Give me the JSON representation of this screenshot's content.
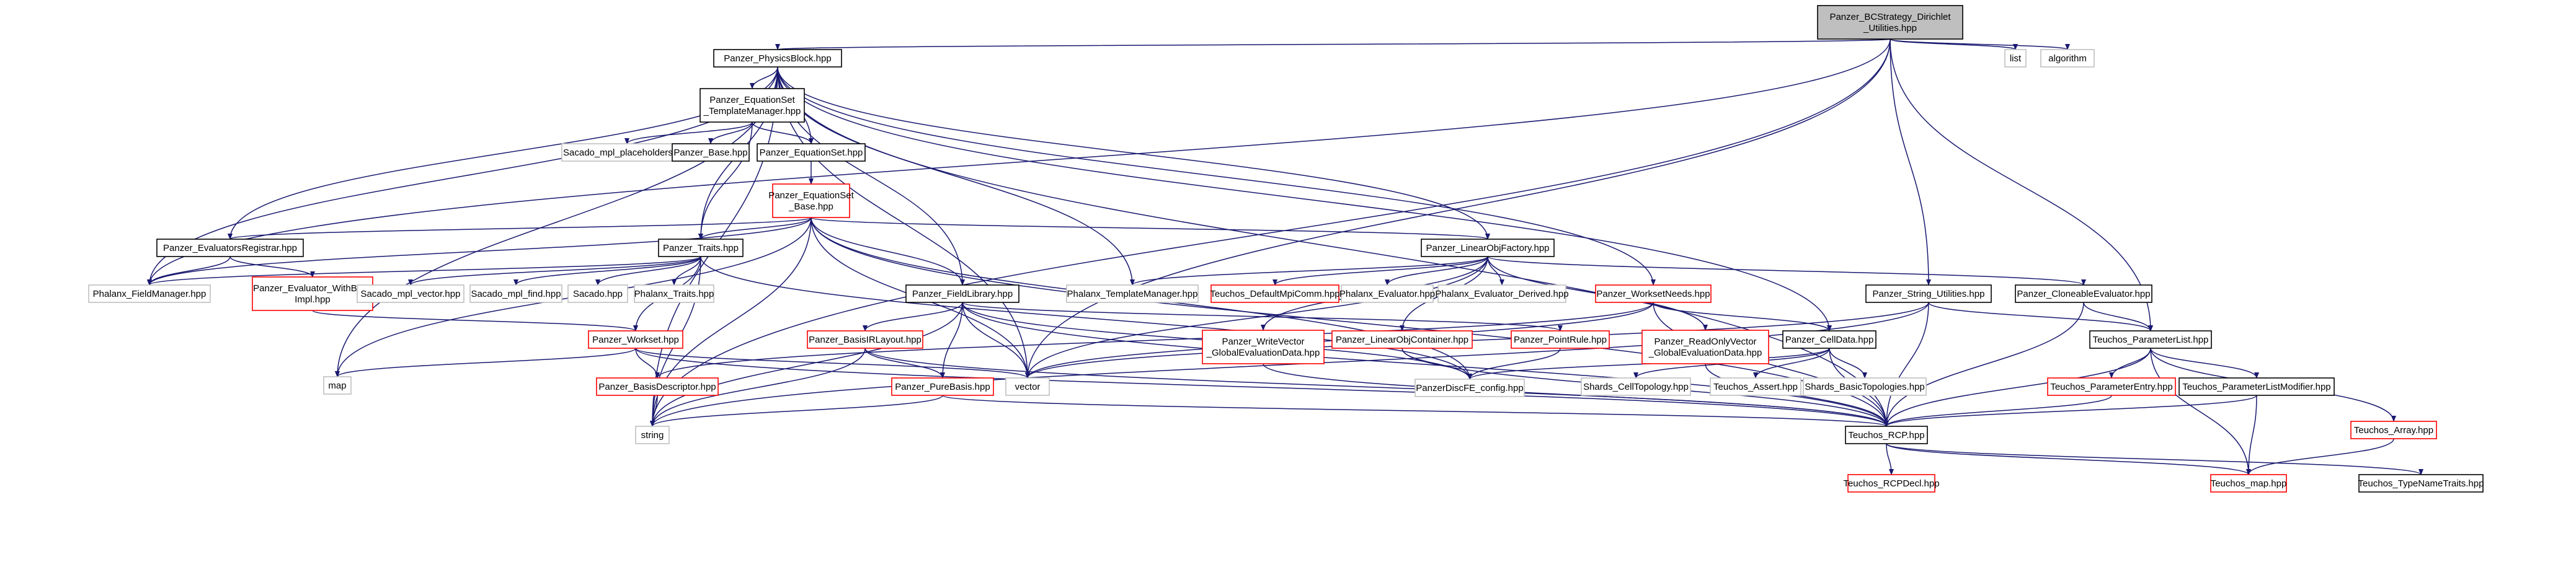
{
  "colors": {
    "edge": "#191970",
    "normal_border": "#000000",
    "red_border": "#ff0000",
    "ext_border": "#bfbfbf",
    "root_fill": "#bfbfbf",
    "node_fill": "#ffffff",
    "text": "#000000"
  },
  "nodes": [
    {
      "id": "root",
      "lines": [
        "Panzer_BCStrategy_Dirichlet",
        "_Utilities.hpp"
      ],
      "style": "root"
    },
    {
      "id": "physicsblock",
      "lines": [
        "Panzer_PhysicsBlock.hpp"
      ],
      "style": "normal"
    },
    {
      "id": "list",
      "lines": [
        "list"
      ],
      "style": "ext"
    },
    {
      "id": "algorithm",
      "lines": [
        "algorithm"
      ],
      "style": "ext"
    },
    {
      "id": "eqset_tm",
      "lines": [
        "Panzer_EquationSet",
        "_TemplateManager.hpp"
      ],
      "style": "normal"
    },
    {
      "id": "sacado_mpl_ph",
      "lines": [
        "Sacado_mpl_placeholders.hpp"
      ],
      "style": "ext"
    },
    {
      "id": "panzer_base",
      "lines": [
        "Panzer_Base.hpp"
      ],
      "style": "normal"
    },
    {
      "id": "eqset",
      "lines": [
        "Panzer_EquationSet.hpp"
      ],
      "style": "normal"
    },
    {
      "id": "eqset_base",
      "lines": [
        "Panzer_EquationSet",
        "_Base.hpp"
      ],
      "style": "red"
    },
    {
      "id": "eval_reg",
      "lines": [
        "Panzer_EvaluatorsRegistrar.hpp"
      ],
      "style": "normal"
    },
    {
      "id": "traits",
      "lines": [
        "Panzer_Traits.hpp"
      ],
      "style": "normal"
    },
    {
      "id": "linobjfactory",
      "lines": [
        "Panzer_LinearObjFactory.hpp"
      ],
      "style": "normal"
    },
    {
      "id": "phalanx_fm",
      "lines": [
        "Phalanx_FieldManager.hpp"
      ],
      "style": "ext"
    },
    {
      "id": "eval_wbi",
      "lines": [
        "Panzer_Evaluator_WithBase",
        "Impl.hpp"
      ],
      "style": "red"
    },
    {
      "id": "sacado_mpl_vec",
      "lines": [
        "Sacado_mpl_vector.hpp"
      ],
      "style": "ext"
    },
    {
      "id": "sacado_mpl_find",
      "lines": [
        "Sacado_mpl_find.hpp"
      ],
      "style": "ext"
    },
    {
      "id": "sacado",
      "lines": [
        "Sacado.hpp"
      ],
      "style": "ext"
    },
    {
      "id": "phalanx_traits",
      "lines": [
        "Phalanx_Traits.hpp"
      ],
      "style": "ext"
    },
    {
      "id": "fieldlibrary",
      "lines": [
        "Panzer_FieldLibrary.hpp"
      ],
      "style": "normal"
    },
    {
      "id": "phalanx_tm",
      "lines": [
        "Phalanx_TemplateManager.hpp"
      ],
      "style": "ext"
    },
    {
      "id": "teuchos_dmc",
      "lines": [
        "Teuchos_DefaultMpiComm.hpp"
      ],
      "style": "red"
    },
    {
      "id": "phalanx_eval",
      "lines": [
        "Phalanx_Evaluator.hpp"
      ],
      "style": "ext"
    },
    {
      "id": "phalanx_eval_der",
      "lines": [
        "Phalanx_Evaluator_Derived.hpp"
      ],
      "style": "ext"
    },
    {
      "id": "worksetneeds",
      "lines": [
        "Panzer_WorksetNeeds.hpp"
      ],
      "style": "red"
    },
    {
      "id": "string_util",
      "lines": [
        "Panzer_String_Utilities.hpp"
      ],
      "style": "normal"
    },
    {
      "id": "cloneable_eval",
      "lines": [
        "Panzer_CloneableEvaluator.hpp"
      ],
      "style": "normal"
    },
    {
      "id": "workset",
      "lines": [
        "Panzer_Workset.hpp"
      ],
      "style": "red"
    },
    {
      "id": "basisirlayout",
      "lines": [
        "Panzer_BasisIRLayout.hpp"
      ],
      "style": "red"
    },
    {
      "id": "writevector",
      "lines": [
        "Panzer_WriteVector",
        "_GlobalEvaluationData.hpp"
      ],
      "style": "red"
    },
    {
      "id": "linobjcontainer",
      "lines": [
        "Panzer_LinearObjContainer.hpp"
      ],
      "style": "red"
    },
    {
      "id": "pointrule",
      "lines": [
        "Panzer_PointRule.hpp"
      ],
      "style": "red"
    },
    {
      "id": "readonlyvector",
      "lines": [
        "Panzer_ReadOnlyVector",
        "_GlobalEvaluationData.hpp"
      ],
      "style": "red"
    },
    {
      "id": "celldata",
      "lines": [
        "Panzer_CellData.hpp"
      ],
      "style": "normal"
    },
    {
      "id": "paramlist",
      "lines": [
        "Teuchos_ParameterList.hpp"
      ],
      "style": "normal"
    },
    {
      "id": "map",
      "lines": [
        "map"
      ],
      "style": "ext"
    },
    {
      "id": "basisdesc",
      "lines": [
        "Panzer_BasisDescriptor.hpp"
      ],
      "style": "red"
    },
    {
      "id": "purebasis",
      "lines": [
        "Panzer_PureBasis.hpp"
      ],
      "style": "red"
    },
    {
      "id": "vector",
      "lines": [
        "vector"
      ],
      "style": "ext"
    },
    {
      "id": "discfe",
      "lines": [
        "PanzerDiscFE_config.hpp"
      ],
      "style": "ext"
    },
    {
      "id": "shards_ct",
      "lines": [
        "Shards_CellTopology.hpp"
      ],
      "style": "ext"
    },
    {
      "id": "teuchos_assert",
      "lines": [
        "Teuchos_Assert.hpp"
      ],
      "style": "ext"
    },
    {
      "id": "shards_bt",
      "lines": [
        "Shards_BasicTopologies.hpp"
      ],
      "style": "ext"
    },
    {
      "id": "paramentry",
      "lines": [
        "Teuchos_ParameterEntry.hpp"
      ],
      "style": "red"
    },
    {
      "id": "paramlistmod",
      "lines": [
        "Teuchos_ParameterListModifier.hpp"
      ],
      "style": "normal"
    },
    {
      "id": "string",
      "lines": [
        "string"
      ],
      "style": "ext"
    },
    {
      "id": "rcp",
      "lines": [
        "Teuchos_RCP.hpp"
      ],
      "style": "normal"
    },
    {
      "id": "array",
      "lines": [
        "Teuchos_Array.hpp"
      ],
      "style": "red"
    },
    {
      "id": "rcpdecl",
      "lines": [
        "Teuchos_RCPDecl.hpp"
      ],
      "style": "red"
    },
    {
      "id": "teuchos_map",
      "lines": [
        "Teuchos_map.hpp"
      ],
      "style": "red"
    },
    {
      "id": "typenametraits",
      "lines": [
        "Teuchos_TypeNameTraits.hpp"
      ],
      "style": "normal"
    }
  ],
  "edges": [
    [
      "root",
      "physicsblock"
    ],
    [
      "root",
      "list"
    ],
    [
      "root",
      "algorithm"
    ],
    [
      "root",
      "string_util"
    ],
    [
      "root",
      "paramlist"
    ],
    [
      "root",
      "string"
    ],
    [
      "root",
      "phalanx_fm"
    ],
    [
      "root",
      "vector"
    ],
    [
      "physicsblock",
      "eqset_tm"
    ],
    [
      "physicsblock",
      "eqset"
    ],
    [
      "physicsblock",
      "eval_reg"
    ],
    [
      "physicsblock",
      "traits"
    ],
    [
      "physicsblock",
      "linobjfactory"
    ],
    [
      "physicsblock",
      "phalanx_fm"
    ],
    [
      "physicsblock",
      "fieldlibrary"
    ],
    [
      "physicsblock",
      "phalanx_tm"
    ],
    [
      "physicsblock",
      "worksetneeds"
    ],
    [
      "physicsblock",
      "celldata"
    ],
    [
      "physicsblock",
      "map"
    ],
    [
      "physicsblock",
      "string"
    ],
    [
      "physicsblock",
      "vector"
    ],
    [
      "physicsblock",
      "rcp"
    ],
    [
      "eqset_tm",
      "sacado_mpl_ph"
    ],
    [
      "eqset_tm",
      "panzer_base"
    ],
    [
      "eqset_tm",
      "eqset"
    ],
    [
      "eqset_tm",
      "traits"
    ],
    [
      "eqset",
      "eqset_base"
    ],
    [
      "eqset_base",
      "eval_reg"
    ],
    [
      "eqset_base",
      "traits"
    ],
    [
      "eqset_base",
      "linobjfactory"
    ],
    [
      "eqset_base",
      "phalanx_fm"
    ],
    [
      "eqset_base",
      "fieldlibrary"
    ],
    [
      "eqset_base",
      "map"
    ],
    [
      "eqset_base",
      "string"
    ],
    [
      "eqset_base",
      "vector"
    ],
    [
      "eqset_base",
      "discfe"
    ],
    [
      "eqset_base",
      "rcp"
    ],
    [
      "eval_reg",
      "phalanx_fm"
    ],
    [
      "eval_reg",
      "eval_wbi"
    ],
    [
      "eval_wbi",
      "workset"
    ],
    [
      "traits",
      "phalanx_fm"
    ],
    [
      "traits",
      "sacado_mpl_vec"
    ],
    [
      "traits",
      "sacado_mpl_find"
    ],
    [
      "traits",
      "sacado"
    ],
    [
      "traits",
      "phalanx_traits"
    ],
    [
      "traits",
      "workset"
    ],
    [
      "traits",
      "string"
    ],
    [
      "traits",
      "discfe"
    ],
    [
      "linobjfactory",
      "phalanx_tm"
    ],
    [
      "linobjfactory",
      "teuchos_dmc"
    ],
    [
      "linobjfactory",
      "phalanx_eval"
    ],
    [
      "linobjfactory",
      "phalanx_eval_der"
    ],
    [
      "linobjfactory",
      "cloneable_eval"
    ],
    [
      "linobjfactory",
      "writevector"
    ],
    [
      "linobjfactory",
      "linobjcontainer"
    ],
    [
      "linobjfactory",
      "readonlyvector"
    ],
    [
      "linobjfactory",
      "vector"
    ],
    [
      "fieldlibrary",
      "basisirlayout"
    ],
    [
      "fieldlibrary",
      "purebasis"
    ],
    [
      "fieldlibrary",
      "pointrule"
    ],
    [
      "fieldlibrary",
      "vector"
    ],
    [
      "fieldlibrary",
      "string"
    ],
    [
      "fieldlibrary",
      "rcp"
    ],
    [
      "fieldlibrary",
      "discfe"
    ],
    [
      "worksetneeds",
      "celldata"
    ],
    [
      "worksetneeds",
      "basisdesc"
    ],
    [
      "worksetneeds",
      "vector"
    ],
    [
      "worksetneeds",
      "rcp"
    ],
    [
      "string_util",
      "paramlist"
    ],
    [
      "string_util",
      "vector"
    ],
    [
      "string_util",
      "string"
    ],
    [
      "string_util",
      "rcp"
    ],
    [
      "cloneable_eval",
      "paramlist"
    ],
    [
      "cloneable_eval",
      "rcp"
    ],
    [
      "workset",
      "map"
    ],
    [
      "workset",
      "basisdesc"
    ],
    [
      "workset",
      "vector"
    ],
    [
      "workset",
      "rcp"
    ],
    [
      "basisirlayout",
      "string"
    ],
    [
      "basisirlayout",
      "purebasis"
    ],
    [
      "basisirlayout",
      "rcp"
    ],
    [
      "writevector",
      "rcp"
    ],
    [
      "linobjcontainer",
      "discfe"
    ],
    [
      "linobjcontainer",
      "rcp"
    ],
    [
      "pointrule",
      "discfe"
    ],
    [
      "readonlyvector",
      "rcp"
    ],
    [
      "celldata",
      "discfe"
    ],
    [
      "celldata",
      "shards_ct"
    ],
    [
      "celldata",
      "teuchos_assert"
    ],
    [
      "celldata",
      "shards_bt"
    ],
    [
      "celldata",
      "rcp"
    ],
    [
      "paramlist",
      "paramentry"
    ],
    [
      "paramlist",
      "paramlistmod"
    ],
    [
      "paramlist",
      "array"
    ],
    [
      "paramlist",
      "rcp"
    ],
    [
      "paramlist",
      "teuchos_map"
    ],
    [
      "paramentry",
      "rcp"
    ],
    [
      "paramlistmod",
      "rcp"
    ],
    [
      "paramlistmod",
      "teuchos_map"
    ],
    [
      "basisdesc",
      "string"
    ],
    [
      "purebasis",
      "string"
    ],
    [
      "purebasis",
      "rcp"
    ],
    [
      "array",
      "teuchos_map"
    ],
    [
      "rcp",
      "rcpdecl"
    ],
    [
      "rcp",
      "teuchos_map"
    ],
    [
      "rcp",
      "typenametraits"
    ]
  ]
}
